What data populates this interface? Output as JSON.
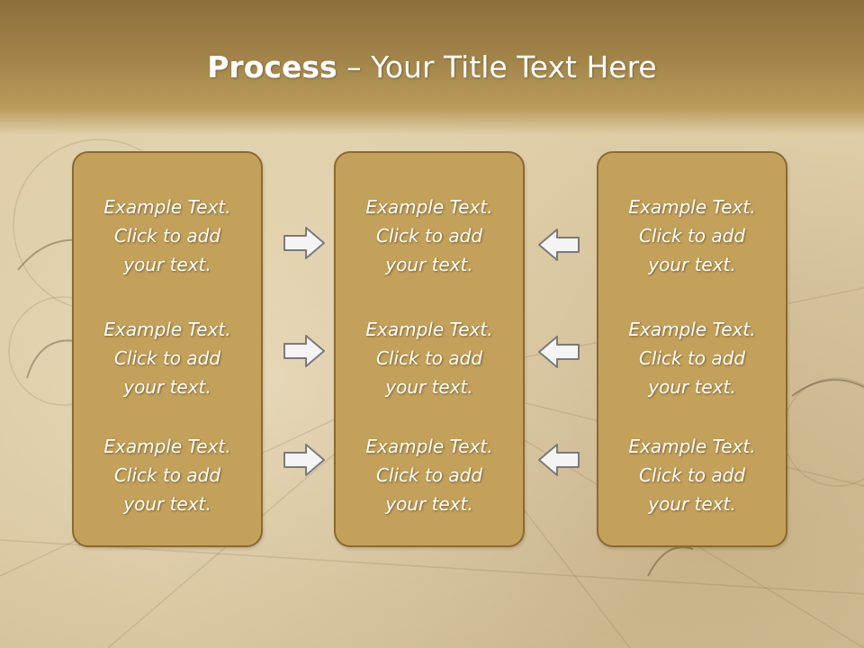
{
  "slide": {
    "title_bold": "Process",
    "title_rest": " – Your Title Text Here"
  },
  "columns": [
    {
      "items": [
        "Example Text.\nClick  to add\nyour text.",
        "Example Text.\nClick  to add\nyour text.",
        "Example Text.\nClick  to add\nyour text."
      ]
    },
    {
      "items": [
        "Example Text.\nClick  to add\nyour text.",
        "Example Text.\nClick  to add\nyour text.",
        "Example Text.\nClick  to add\nyour text."
      ]
    },
    {
      "items": [
        "Example Text.\nClick  to add\nyour text.",
        "Example Text.\nClick  to add\nyour text.",
        "Example Text.\nClick  to add\nyour text."
      ]
    }
  ],
  "arrows": {
    "left_group": "arrow-right-icon",
    "right_group": "arrow-left-icon"
  },
  "colors": {
    "header": "#a3854a",
    "box_fill": "#c4a15a",
    "box_border": "#8a6a33",
    "text": "#ffffff"
  }
}
